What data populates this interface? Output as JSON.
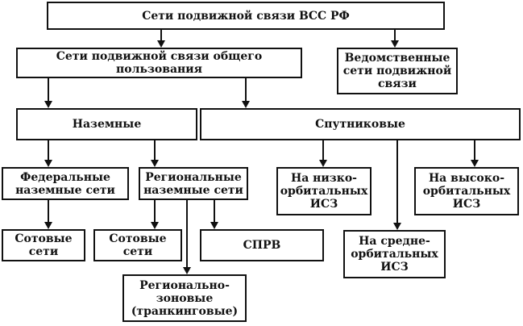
{
  "nodes": {
    "root": "Сети подвижной связи ВСС РФ",
    "public": "Сети подвижной связи общего\nпользования",
    "departmental": "Ведомственные\nсети подвижной\nсвязи",
    "terrestrial": "Наземные",
    "satellite": "Спутниковые",
    "federal": "Федеральные\nназемные сети",
    "regional": "Региональные\nназемные сети",
    "leo": "На низко-\nорбитальных\nИСЗ",
    "meo": "На средне-\nорбитальных\nИСЗ",
    "heo": "На высоко-\nорбитальных\nИСЗ",
    "cellular_federal": "Сотовые\nсети",
    "cellular_regional": "Сотовые\nсети",
    "sprv": "СПРВ",
    "trunking": "Регионально-\nзоновые\n(транкинговые)"
  },
  "colors": {
    "stroke": "#111111",
    "background": "#ffffff"
  }
}
